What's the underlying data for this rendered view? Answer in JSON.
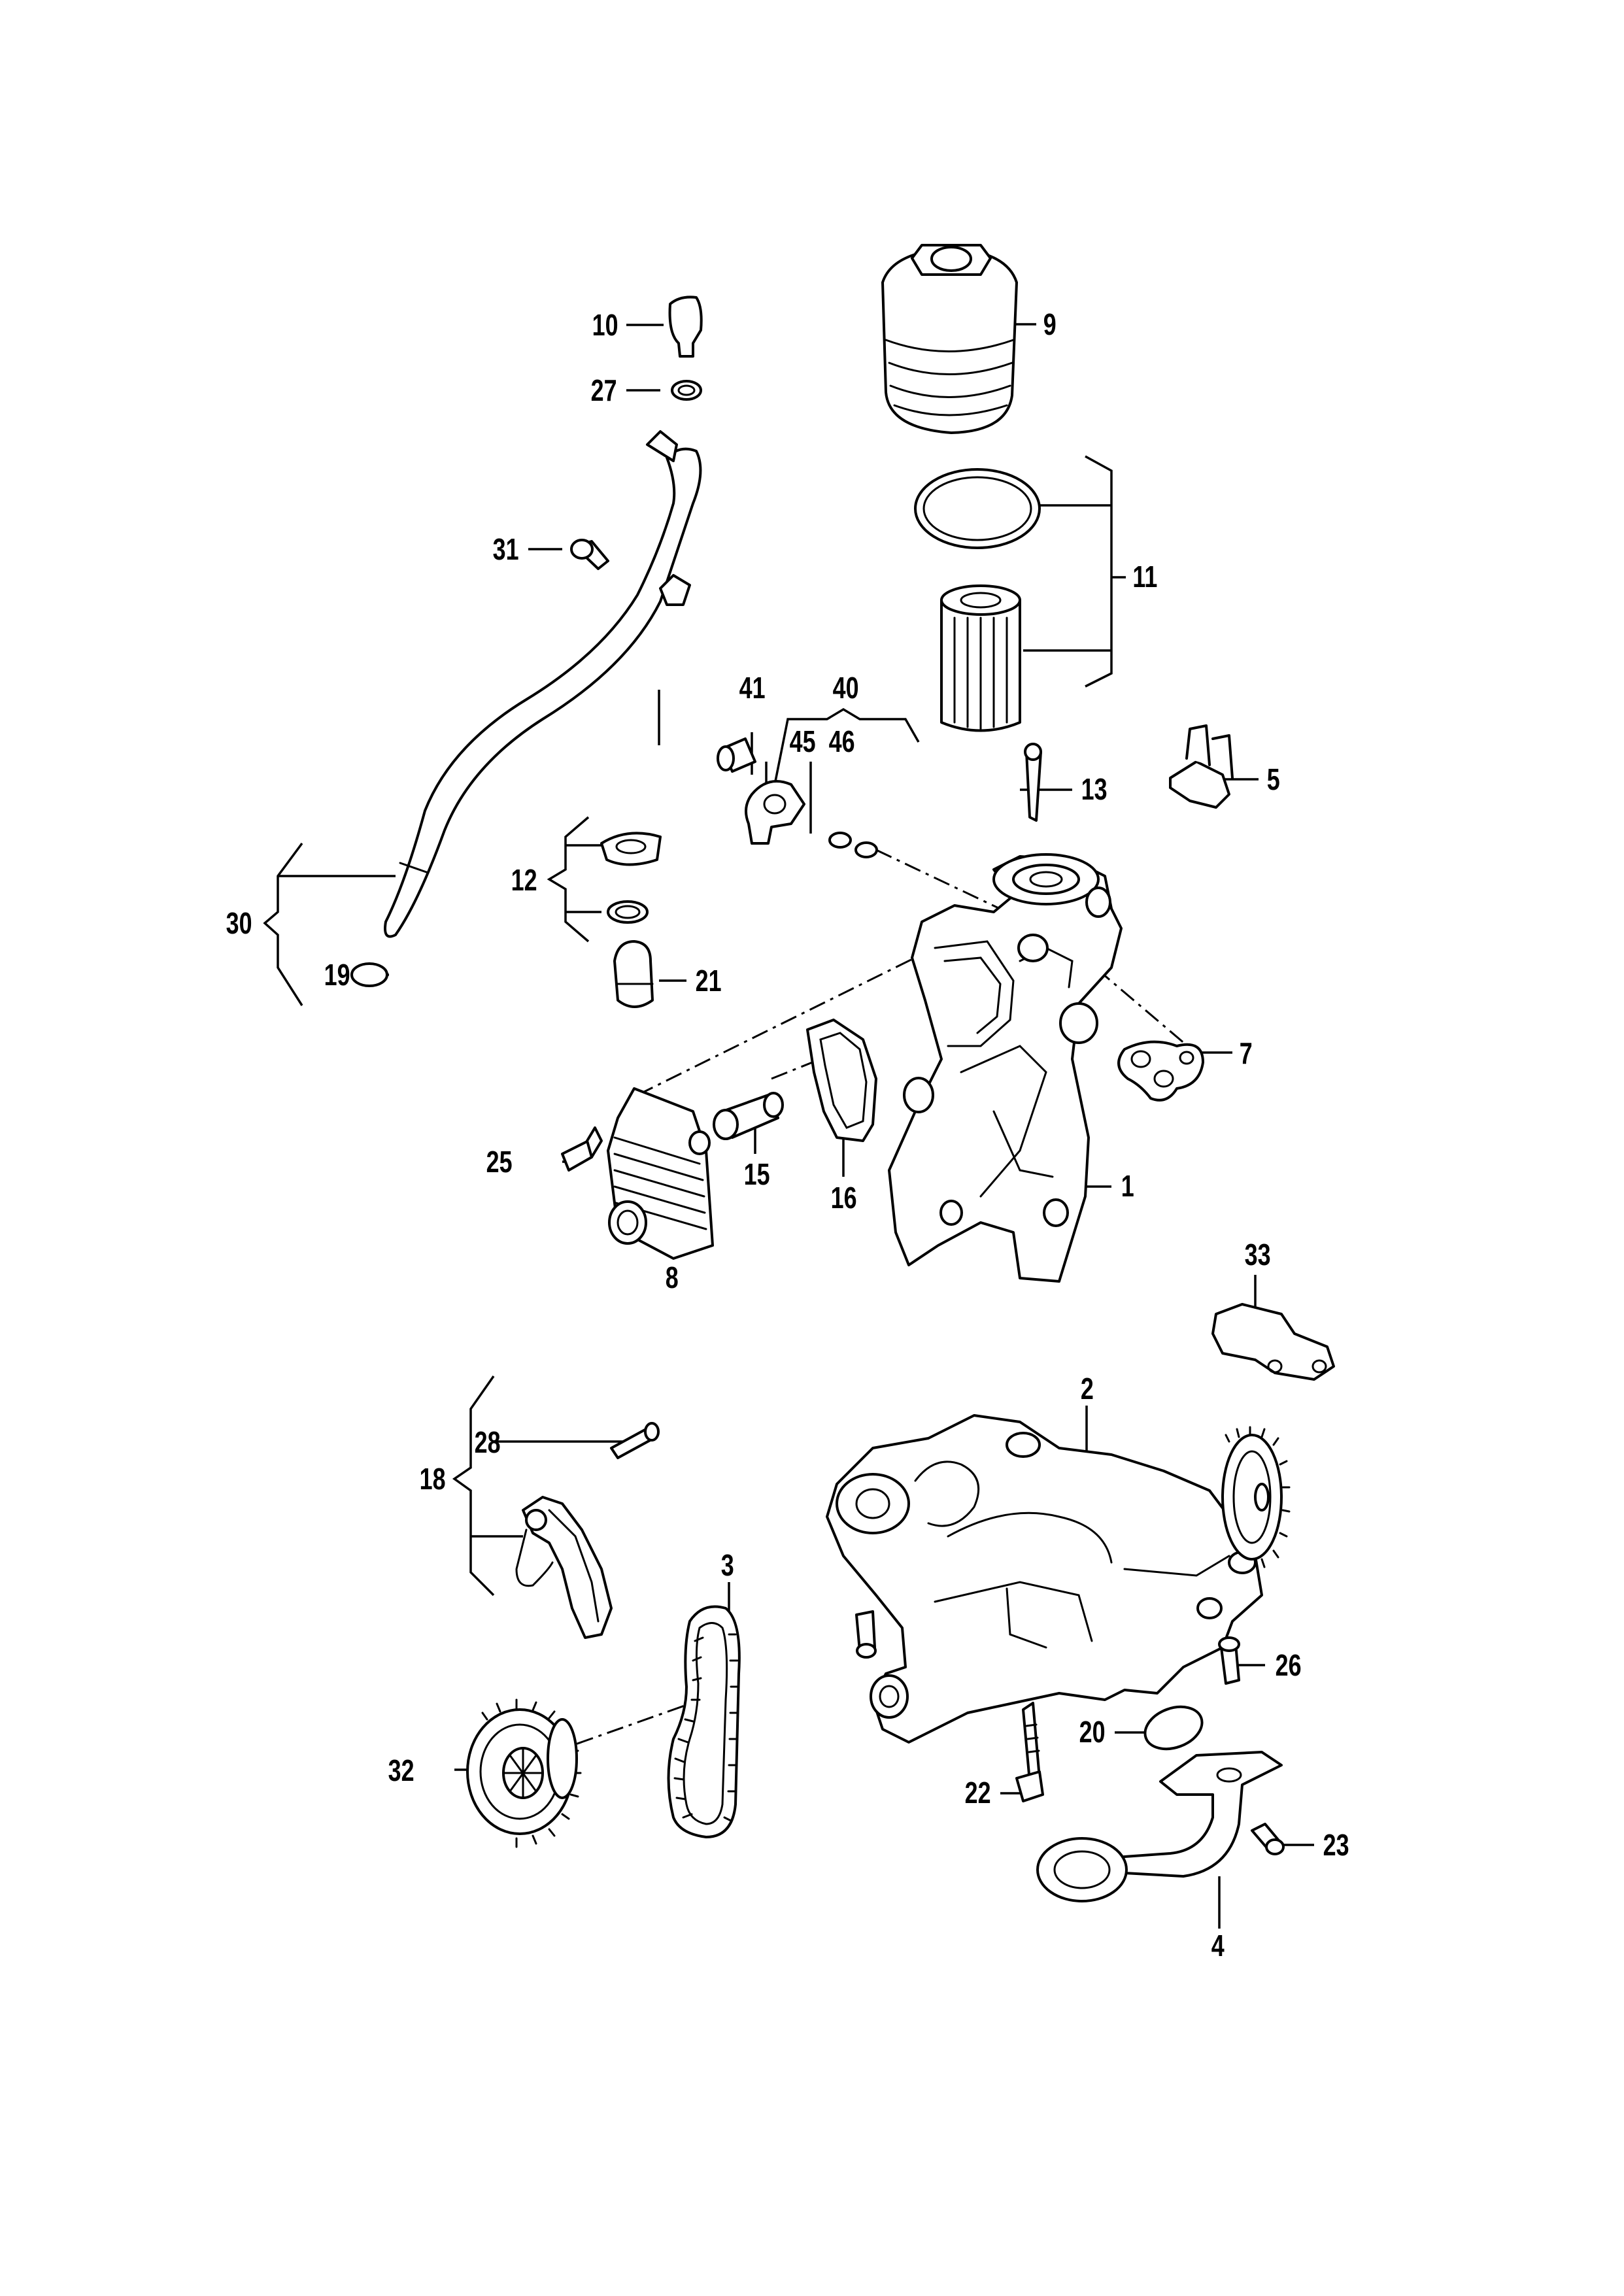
{
  "callouts": {
    "c1": "1",
    "c2": "2",
    "c3": "3",
    "c4": "4",
    "c5": "5",
    "c7": "7",
    "c8": "8",
    "c9": "9",
    "c10": "10",
    "c11": "11",
    "c12": "12",
    "c13": "13",
    "c15": "15",
    "c16": "16",
    "c18": "18",
    "c19": "19",
    "c20": "20",
    "c21": "21",
    "c22": "22",
    "c23": "23",
    "c25": "25",
    "c26": "26",
    "c27": "27",
    "c28": "28",
    "c30": "30",
    "c31": "31",
    "c32": "32",
    "c33": "33",
    "c40": "40",
    "c41": "41",
    "c45": "45",
    "c46": "46"
  }
}
